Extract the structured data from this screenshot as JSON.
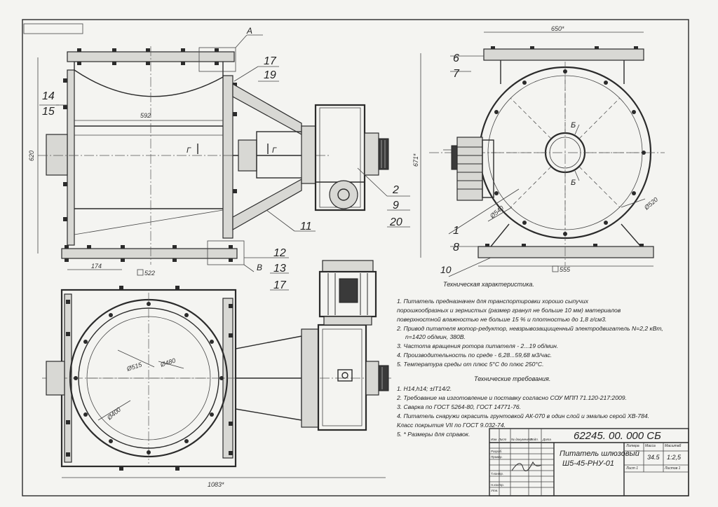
{
  "drawing": {
    "labels": {
      "a": "А",
      "v": "В",
      "b_top": "Б",
      "b_bot": "Б",
      "g_left": "Г",
      "g_right": "Г",
      "l6": "6",
      "l7": "7",
      "l1": "1",
      "l8": "8",
      "l10": "10",
      "l14": "14",
      "l15": "15",
      "l17a": "17",
      "l19": "19",
      "l2": "2",
      "l9": "9",
      "l20": "20",
      "l11": "11",
      "l12": "12",
      "l13": "13",
      "l17b": "17"
    },
    "dimensions": {
      "d592": "592",
      "d620": "620",
      "d174": "174",
      "d522": "522",
      "d650": "650*",
      "d671": "671*",
      "d555": "555",
      "d540": "Ø540",
      "d520": "Ø520",
      "d515": "Ø515",
      "d480": "Ø480",
      "d400": "Ø400",
      "d1083": "1083*"
    }
  },
  "technical_characteristics": {
    "title": "Техническая характеристика.",
    "items": [
      "1. Питатель предназначен для транспортировки хорошо сыпучих",
      "порошкообразных и зернистых (размер гранул не больше 10 мм) материалов",
      "поверхностной влажностью не больше 15 % и плотностью до 1,8 г/см3.",
      "2. Привод питателя  мотор-редуктор,  невзрывозащищенный электродвигатель N=2,2 кВт,",
      "n=1420 об/мин, 380В.",
      "3. Частота вращения ротора питателя - 2...19 об/мин.",
      "4. Производительность по среде - 6,28...59,68 м3/час.",
      "5. Температура среды от плюс 5°С до плюс 250°С."
    ]
  },
  "technical_requirements": {
    "title": "Технические требования.",
    "items": [
      "1. H14,h14; ±IT14/2.",
      "2. Требование на изготовление и поставку согласно СОУ МПП 71.120-217:2009.",
      "3. Сварка по ГОСТ 5264-80, ГОСТ 14771-76.",
      "4.  Питатель снаружи окрасить грунтовкой АК-070 в один слой и эмалью серой ХВ-784.",
      "Класс покрытия  VII  по ГОСТ 9.032-74.",
      "5. * Размеры для справок."
    ]
  },
  "title_block": {
    "doc_number": "62245. 00. 000 СБ",
    "name_line1": "Питатель шлюзовый",
    "name_line2": "Ш5-45-РНУ-01",
    "col_litera": "Литера",
    "col_mass": "Масса",
    "col_scale": "Масштаб",
    "mass": "34.5",
    "scale": "1:2,5",
    "sheet": "Лист 1",
    "sheets": "Листов 1",
    "rows": [
      "Изм. Лист",
      "№ документа",
      "Подп.",
      "Дата",
      "Разраб.",
      "Провер.",
      "Т.контр.",
      "Н.контр.",
      "Утв."
    ]
  }
}
